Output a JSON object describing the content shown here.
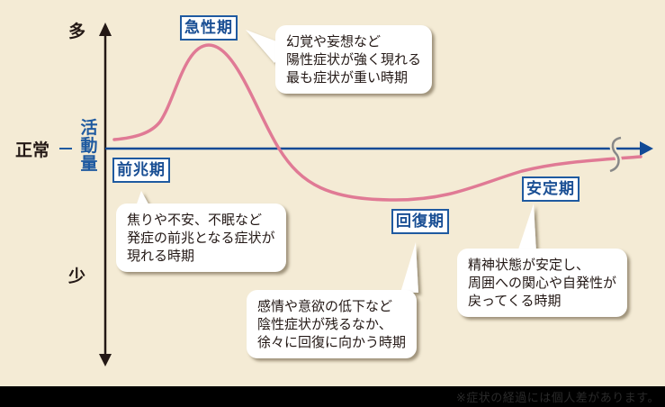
{
  "chart_data": {
    "type": "line",
    "title": "",
    "xlabel": "",
    "ylabel": "活動量",
    "y_axis": {
      "top_label": "多",
      "bottom_label": "少",
      "baseline_label": "正常"
    },
    "series": [
      {
        "name": "活動量",
        "color": "#e07a95",
        "description": "Activity level over course of illness: slightly above normal in prodromal phase, sharp peak in acute phase, drops well below normal in recovery phase, gradually returns toward normal in stable phase",
        "points": [
          {
            "phase": "前兆期",
            "level": 0.15
          },
          {
            "phase": "急性期",
            "level": 1.0
          },
          {
            "phase": "回復期",
            "level": -0.55
          },
          {
            "phase": "安定期",
            "level": -0.1
          }
        ]
      }
    ],
    "phases": [
      "前兆期",
      "急性期",
      "回復期",
      "安定期"
    ],
    "axis_break": true,
    "grid": false
  },
  "axis": {
    "top": "多",
    "bottom": "少",
    "normal": "正常",
    "vertical_label": [
      "活",
      "動",
      "量"
    ]
  },
  "phases": {
    "prodromal": {
      "label": "前兆期",
      "description": [
        "焦りや不安、不眠など",
        "発症の前兆となる症状が",
        "現れる時期"
      ]
    },
    "acute": {
      "label": "急性期",
      "description": [
        "幻覚や妄想など",
        "陽性症状が強く現れる",
        "最も症状が重い時期"
      ]
    },
    "recovery": {
      "label": "回復期",
      "description": [
        "感情や意欲の低下など",
        "陰性症状が残るなか、",
        "徐々に回復に向かう時期"
      ]
    },
    "stable": {
      "label": "安定期",
      "description": [
        "精神状態が安定し、",
        "周囲への関心や自発性が",
        "戻ってくる時期"
      ]
    }
  },
  "footer": {
    "note": "※症状の経過には個人差があります。"
  },
  "colors": {
    "background": "#f4ebd5",
    "curve": "#e07a95",
    "axis_blue": "#114a96",
    "label_blue": "#1f5aa0",
    "footer": "#000000"
  }
}
